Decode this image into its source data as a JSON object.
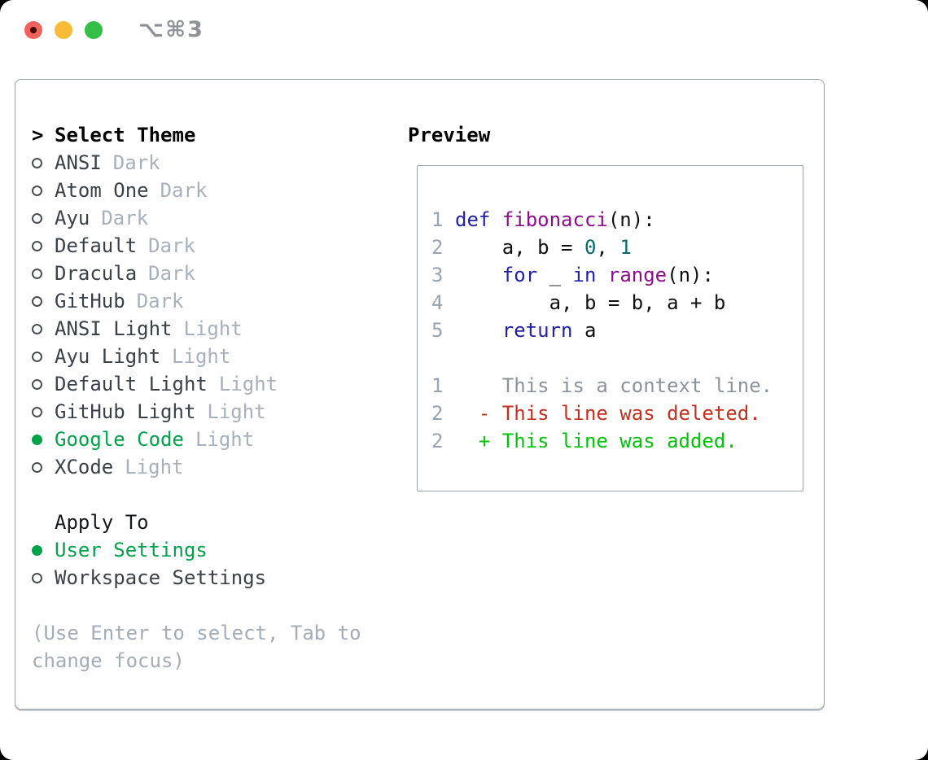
{
  "window": {
    "shortcut": "⌥⌘3",
    "traffic_lights": [
      {
        "name": "close",
        "color": "#f2625c",
        "has_dot": true,
        "dot_color": "#420a04"
      },
      {
        "name": "minimize",
        "color": "#f8bb36",
        "has_dot": false
      },
      {
        "name": "zoom",
        "color": "#33bf48",
        "has_dot": false
      }
    ]
  },
  "theme_list": {
    "title": "Select Theme",
    "cursor": ">",
    "items": [
      {
        "name": "ANSI",
        "variant": "Dark",
        "selected": false
      },
      {
        "name": "Atom One",
        "variant": "Dark",
        "selected": false
      },
      {
        "name": "Ayu",
        "variant": "Dark",
        "selected": false
      },
      {
        "name": "Default",
        "variant": "Dark",
        "selected": false
      },
      {
        "name": "Dracula",
        "variant": "Dark",
        "selected": false
      },
      {
        "name": "GitHub",
        "variant": "Dark",
        "selected": false
      },
      {
        "name": "ANSI Light",
        "variant": "Light",
        "selected": false
      },
      {
        "name": "Ayu Light",
        "variant": "Light",
        "selected": false
      },
      {
        "name": "Default Light",
        "variant": "Light",
        "selected": false
      },
      {
        "name": "GitHub Light",
        "variant": "Light",
        "selected": false
      },
      {
        "name": "Google Code",
        "variant": "Light",
        "selected": true
      },
      {
        "name": "XCode",
        "variant": "Light",
        "selected": false
      }
    ]
  },
  "apply_to": {
    "title": "Apply To",
    "items": [
      {
        "name": "User Settings",
        "selected": true
      },
      {
        "name": "Workspace Settings",
        "selected": false
      }
    ]
  },
  "help": [
    "(Use Enter to select, Tab to",
    "change focus)"
  ],
  "preview": {
    "title": "Preview",
    "code_lines": [
      {
        "num": "1",
        "segments": [
          [
            "kwd",
            "def"
          ],
          [
            "pln",
            " "
          ],
          [
            "fn",
            "fibonacci"
          ],
          [
            "pln",
            "(n):"
          ]
        ]
      },
      {
        "num": "2",
        "segments": [
          [
            "pln",
            "    a, b = "
          ],
          [
            "lit",
            "0"
          ],
          [
            "pln",
            ", "
          ],
          [
            "lit",
            "1"
          ]
        ]
      },
      {
        "num": "3",
        "segments": [
          [
            "pln",
            "    "
          ],
          [
            "kwd",
            "for"
          ],
          [
            "pln",
            " _ "
          ],
          [
            "kwd",
            "in"
          ],
          [
            "pln",
            " "
          ],
          [
            "fn",
            "range"
          ],
          [
            "pln",
            "(n):"
          ]
        ]
      },
      {
        "num": "4",
        "segments": [
          [
            "pln",
            "        a, b = b, a + b"
          ]
        ]
      },
      {
        "num": "5",
        "segments": [
          [
            "pln",
            "    "
          ],
          [
            "kwd",
            "return"
          ],
          [
            "pln",
            " a"
          ]
        ]
      },
      {
        "num": "",
        "segments": []
      },
      {
        "num": "1",
        "segments": [
          [
            "ctx",
            "    This is a context line."
          ]
        ]
      },
      {
        "num": "2",
        "segments": [
          [
            "del",
            "  - This line was deleted."
          ]
        ]
      },
      {
        "num": "2",
        "segments": [
          [
            "add",
            "  + This line was added."
          ]
        ]
      }
    ]
  },
  "colors": {
    "keyword": "#2121aa",
    "function": "#8b0f8b",
    "literal": "#0a6a6a",
    "plain": "#111111",
    "line_number": "#97a3b1",
    "context": "#8d939b",
    "deleted": "#c62f1e",
    "added": "#00c408",
    "selected_green": "#00a34a",
    "item_text": "#3b4149",
    "variant_text": "#a7b1bd",
    "help_text": "#a2adb9",
    "panel_border": "#97a1ab"
  }
}
